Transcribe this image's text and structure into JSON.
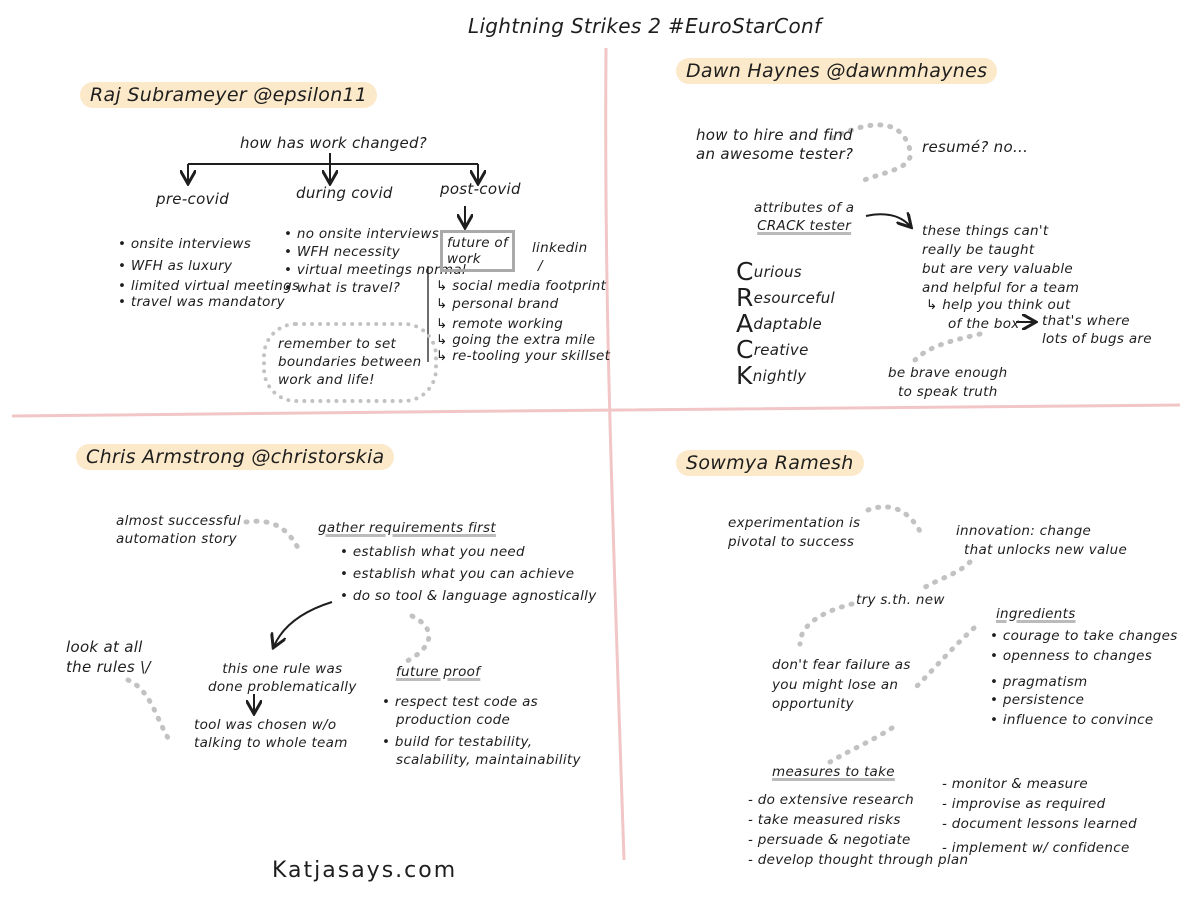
{
  "title": "Lightning Strikes 2 #EuroStarConf",
  "footer": "Katjasays.com",
  "colors": {
    "divider": "#f2c6c6",
    "highlight": "#fbe9c9",
    "dots": "#c2c2c2"
  },
  "q1": {
    "speaker": "Raj Subrameyer @epsilon11",
    "question": "how has work changed?",
    "pre": {
      "label": "pre-covid",
      "items": [
        "onsite interviews",
        "WFH as luxury",
        "limited virtual meetings",
        "travel was mandatory"
      ]
    },
    "during": {
      "label": "during covid",
      "items": [
        "no onsite interviews",
        "WFH necessity",
        "virtual meetings normal",
        "what is travel?"
      ]
    },
    "post": {
      "label": "post-covid",
      "box": [
        "future of",
        "work"
      ],
      "aside": "linkedin",
      "aside_mark": "/",
      "items": [
        "social media footprint",
        "personal brand",
        "remote working",
        "going the extra mile",
        "re-tooling your skillset"
      ]
    },
    "note": [
      "remember to set",
      "boundaries between",
      "work and life!"
    ]
  },
  "q2": {
    "speaker": "Dawn Haynes @dawnmhaynes",
    "question": [
      "how to hire and find",
      "an awesome tester?"
    ],
    "resume": "resumé? no...",
    "attributes": [
      "attributes of a",
      "CRACK tester"
    ],
    "crack": [
      {
        "letter": "C",
        "rest": "urious"
      },
      {
        "letter": "R",
        "rest": "esourceful"
      },
      {
        "letter": "A",
        "rest": "daptable"
      },
      {
        "letter": "C",
        "rest": "reative"
      },
      {
        "letter": "K",
        "rest": "nightly"
      }
    ],
    "cant_teach": [
      "these things can't",
      "really be taught",
      "but are very valuable",
      "and helpful for a team"
    ],
    "think": [
      "help you think out",
      "of the box"
    ],
    "bugs": [
      "that's where",
      "lots of bugs are"
    ],
    "brave": [
      "be brave enough",
      "to speak truth"
    ]
  },
  "q3": {
    "speaker": "Chris Armstrong @christorskia",
    "story": [
      "almost successful",
      "automation story"
    ],
    "gather": {
      "title": "gather requirements first",
      "items": [
        "establish what you need",
        "establish what you can achieve",
        "do so tool & language agnostically"
      ]
    },
    "look": [
      "look at all",
      "the rules"
    ],
    "look_mark": "\\/",
    "rule": [
      "this one rule was",
      "done problematically"
    ],
    "tool": [
      "tool was chosen w/o",
      "talking to whole team"
    ],
    "future": {
      "title": "future proof",
      "items": [
        {
          "l1": "respect test code as",
          "l2": "production code"
        },
        {
          "l1": "build for testability,",
          "l2": "scalability, maintainability"
        }
      ]
    }
  },
  "q4": {
    "speaker": "Sowmya Ramesh",
    "experimentation": [
      "experimentation is",
      "pivotal to success"
    ],
    "innovation": [
      "innovation: change",
      "that unlocks new value"
    ],
    "try": "try s.th. new",
    "fear": [
      "don't fear failure as",
      "you might lose an",
      "opportunity"
    ],
    "ingredients": {
      "title": "ingredients",
      "items": [
        "courage to take changes",
        "openness to changes",
        "pragmatism",
        "persistence",
        "influence to convince"
      ]
    },
    "measures": {
      "title": "measures to take",
      "left": [
        "do extensive research",
        "take measured risks",
        "persuade & negotiate",
        "develop thought through plan"
      ],
      "right": [
        "monitor & measure",
        "improvise as required",
        "document lessons learned",
        "implement w/ confidence"
      ]
    }
  }
}
